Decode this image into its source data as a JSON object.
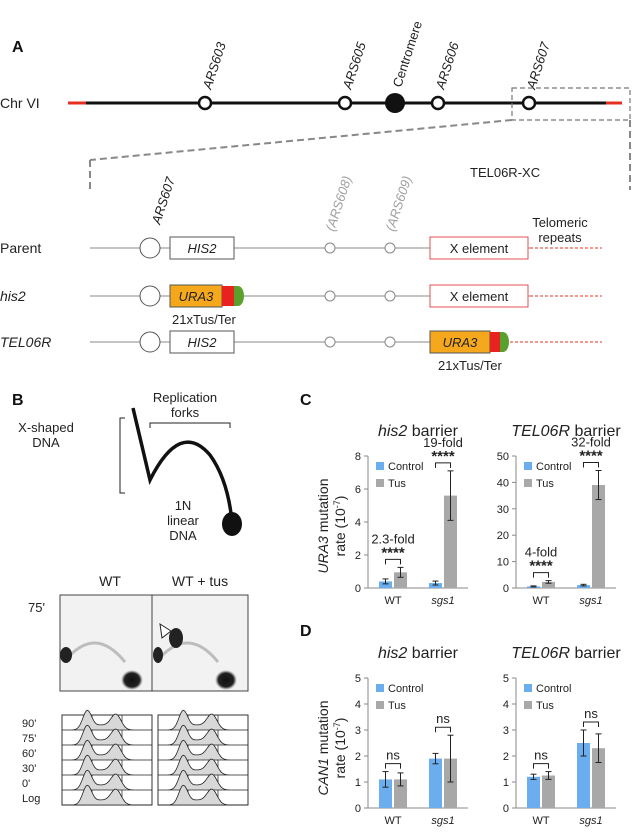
{
  "panelA": {
    "letter": "A",
    "chr_label": "Chr VI",
    "ars_labels": [
      "ARS603",
      "ARS605",
      "ARS606",
      "ARS607"
    ],
    "centromere_label": "Centromere",
    "zoom_ars": "ARS607",
    "grey_ars": [
      "(ARS608)",
      "(ARS609)"
    ],
    "tel_region": "TEL06R-XC",
    "telomeric": [
      "Telomeric",
      "repeats"
    ],
    "rows": [
      {
        "label": "Parent",
        "box1": "HIS2",
        "box2": "X element"
      },
      {
        "label": "his2",
        "box1": "URA3",
        "tus": "21xTus/Ter",
        "box2": "X element"
      },
      {
        "label": "TEL06R",
        "box1": "HIS2",
        "box2": "URA3",
        "tus": "21xTus/Ter"
      }
    ],
    "colors": {
      "ura3": "#f5a81c",
      "tus_red": "#e8231f",
      "tus_green": "#5aa02c",
      "telomere": "#e53020",
      "xbox": "#e05050"
    }
  },
  "panelB": {
    "letter": "B",
    "forks": [
      "Replication",
      "forks"
    ],
    "xshaped": [
      "X-shaped",
      "DNA"
    ],
    "linear": [
      "1N",
      "linear",
      "DNA"
    ],
    "gel_titles": [
      "WT",
      "WT + tus"
    ],
    "gel_time": "75'",
    "facs_times": [
      "90'",
      "75'",
      "60'",
      "30'",
      "0'",
      "Log"
    ]
  },
  "panelC": {
    "letter": "C",
    "ylabel": [
      "URA3",
      " mutation",
      "rate (10",
      "-7",
      ")"
    ],
    "charts": [
      {
        "title_italic": "his2",
        "title_rest": " barrier",
        "ymax": 8,
        "yticks": [
          0,
          2,
          4,
          6,
          8
        ],
        "categories": [
          "WT",
          "sgs1"
        ],
        "control": [
          0.4,
          0.3
        ],
        "control_err": [
          0.15,
          0.12
        ],
        "tus": [
          0.95,
          5.6
        ],
        "tus_err": [
          0.3,
          1.5
        ],
        "folds": [
          "2.3-fold",
          "19-fold"
        ],
        "stars": [
          "****",
          "****"
        ]
      },
      {
        "title_italic": "TEL06R",
        "title_rest": " barrier",
        "ymax": 50,
        "yticks": [
          0,
          10,
          20,
          30,
          40,
          50
        ],
        "categories": [
          "WT",
          "sgs1"
        ],
        "control": [
          0.6,
          1.1
        ],
        "control_err": [
          0.2,
          0.3
        ],
        "tus": [
          2.3,
          39
        ],
        "tus_err": [
          0.5,
          5.5
        ],
        "folds": [
          "4-fold",
          "32-fold"
        ],
        "stars": [
          "****",
          "****"
        ]
      }
    ]
  },
  "panelD": {
    "letter": "D",
    "ylabel": [
      "CAN1",
      " mutation",
      "rate (10",
      "-7",
      ")"
    ],
    "charts": [
      {
        "title_italic": "his2",
        "title_rest": " barrier",
        "ymax": 5,
        "yticks": [
          0,
          1,
          2,
          3,
          4,
          5
        ],
        "categories": [
          "WT",
          "sgs1"
        ],
        "control": [
          1.1,
          1.9
        ],
        "control_err": [
          0.3,
          0.2
        ],
        "tus": [
          1.1,
          1.9
        ],
        "tus_err": [
          0.25,
          0.9
        ],
        "sig": [
          "ns",
          "ns"
        ]
      },
      {
        "title_italic": "TEL06R",
        "title_rest": " barrier",
        "ymax": 5,
        "yticks": [
          0,
          1,
          2,
          3,
          4,
          5
        ],
        "categories": [
          "WT",
          "sgs1"
        ],
        "control": [
          1.2,
          2.5
        ],
        "control_err": [
          0.1,
          0.5
        ],
        "tus": [
          1.25,
          2.3
        ],
        "tus_err": [
          0.15,
          0.55
        ],
        "sig": [
          "ns",
          "ns"
        ]
      }
    ]
  },
  "legend": {
    "control": "Control",
    "tus": "Tus"
  },
  "bar_colors": {
    "control": "#6aaef0",
    "tus": "#a8a8a8"
  }
}
